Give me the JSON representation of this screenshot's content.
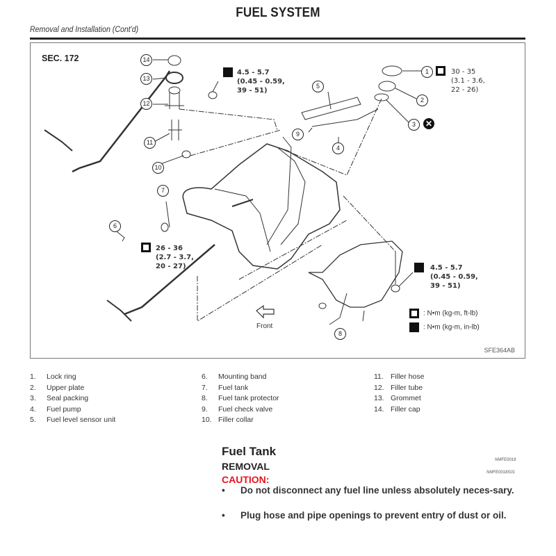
{
  "header": {
    "title": "FUEL SYSTEM",
    "subtitle": "Removal and Installation (Cont'd)"
  },
  "figure": {
    "section": "SEC. 172",
    "figure_code": "SFE364AB",
    "front_label": "Front",
    "callouts": [
      "1",
      "2",
      "3",
      "4",
      "5",
      "6",
      "7",
      "8",
      "9",
      "10",
      "11",
      "12",
      "13",
      "14"
    ],
    "torque_specs": [
      {
        "id": "filler-tube-bolt",
        "icon": "torque-wrench-small-icon",
        "text": "4.5 - 5.7\n(0.45 - 0.59,\n39 - 51)"
      },
      {
        "id": "lock-ring",
        "icon": "torque-wrench-large-icon",
        "text": "30 - 35\n(3.1 - 3.6,\n22 - 26)"
      },
      {
        "id": "mounting-band-bolt",
        "icon": "torque-wrench-large-icon",
        "text": "26 - 36\n(2.7 - 3.7,\n20 - 27)"
      },
      {
        "id": "protector-nut",
        "icon": "torque-wrench-small-icon",
        "text": "4.5 - 5.7\n(0.45 - 0.59,\n39 - 51)"
      }
    ],
    "replace_symbol": "do-not-reuse-icon",
    "legend": [
      {
        "icon": "torque-wrench-large-icon",
        "text": ": N•m (kg-m, ft-lb)"
      },
      {
        "icon": "torque-wrench-small-icon",
        "text": ": N•m (kg-m, in-lb)"
      }
    ]
  },
  "parts_list": {
    "col1": [
      {
        "num": "1.",
        "name": "Lock ring"
      },
      {
        "num": "2.",
        "name": "Upper plate"
      },
      {
        "num": "3.",
        "name": "Seal packing"
      },
      {
        "num": "4.",
        "name": "Fuel pump"
      },
      {
        "num": "5.",
        "name": "Fuel level sensor unit"
      }
    ],
    "col2": [
      {
        "num": "6.",
        "name": "Mounting band"
      },
      {
        "num": "7.",
        "name": "Fuel tank"
      },
      {
        "num": "8.",
        "name": "Fuel tank protector"
      },
      {
        "num": "9.",
        "name": "Fuel check valve"
      },
      {
        "num": "10.",
        "name": "Filler collar"
      }
    ],
    "col3": [
      {
        "num": "11.",
        "name": "Filler hose"
      },
      {
        "num": "12.",
        "name": "Filler tube"
      },
      {
        "num": "13.",
        "name": "Grommet"
      },
      {
        "num": "14.",
        "name": "Filler cap"
      }
    ]
  },
  "section": {
    "title": "Fuel Tank",
    "title_code": "NMFE0018",
    "subtitle": "REMOVAL",
    "subtitle_code": "NMFE0018S01",
    "caution_label": "CAUTION:",
    "caution_color": "#e8141c",
    "bullets": [
      "Do not disconnect any fuel line unless absolutely neces-sary.",
      "Plug hose and pipe openings to prevent entry of dust or oil."
    ]
  }
}
